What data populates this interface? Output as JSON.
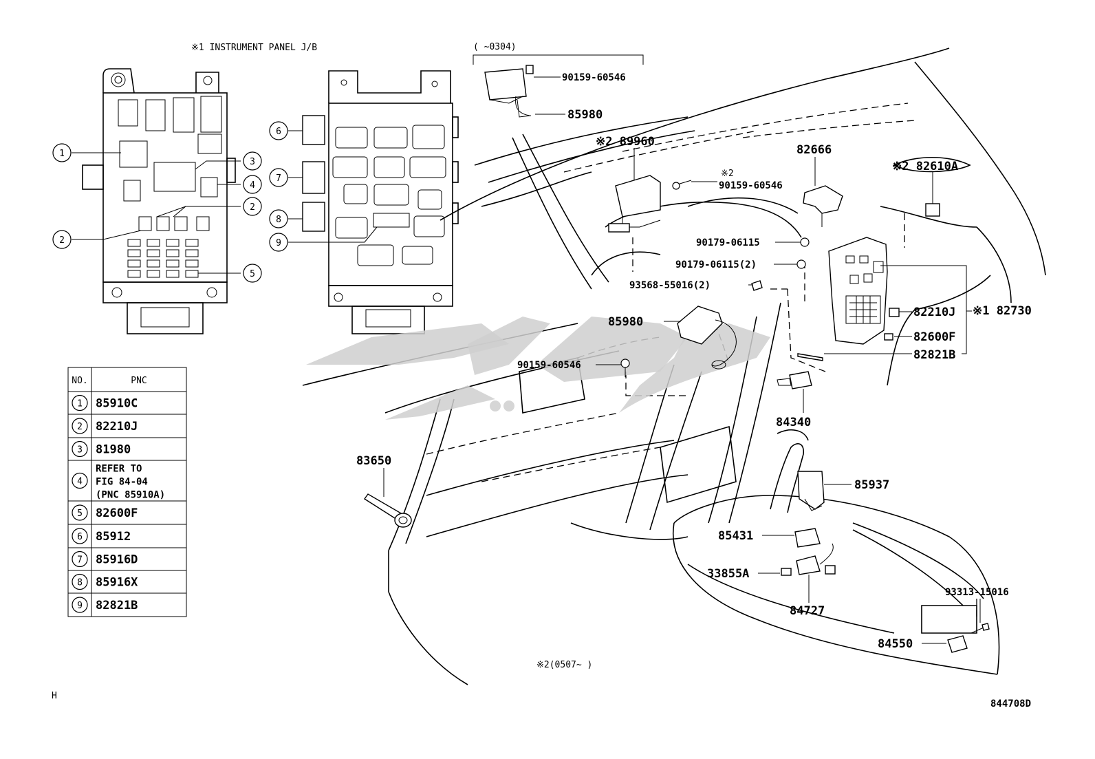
{
  "jb_title": "※1  INSTRUMENT PANEL J/B",
  "period_top": "(    ~0304)",
  "period_bottom": "※2(0507~     )",
  "page_letter": "H",
  "figure_id": "844708D",
  "table": {
    "headers": [
      "NO.",
      "PNC"
    ],
    "rows": [
      {
        "no": "1",
        "pnc": [
          "85910C"
        ]
      },
      {
        "no": "2",
        "pnc": [
          "82210J"
        ]
      },
      {
        "no": "3",
        "pnc": [
          "81980"
        ]
      },
      {
        "no": "4",
        "pnc": [
          "REFER TO",
          "FIG 84-04",
          "(PNC 85910A)"
        ]
      },
      {
        "no": "5",
        "pnc": [
          "82600F"
        ]
      },
      {
        "no": "6",
        "pnc": [
          "85912"
        ]
      },
      {
        "no": "7",
        "pnc": [
          "85916D"
        ]
      },
      {
        "no": "8",
        "pnc": [
          "85916X"
        ]
      },
      {
        "no": "9",
        "pnc": [
          "82821B"
        ]
      }
    ]
  },
  "callouts": {
    "c1": "1",
    "c2a": "2",
    "c2b": "2",
    "c3": "3",
    "c4": "4",
    "c5": "5",
    "c6": "6",
    "c7": "7",
    "c8": "8",
    "c9": "9"
  },
  "parts": {
    "p_90159_60546_top": "90159-60546",
    "p_85980_top": "85980",
    "p_89960": "※2 89960",
    "p_90159_60546_mid_note": "※2",
    "p_90159_60546_mid": "90159-60546",
    "p_82666": "82666",
    "p_82610a": "※2 82610A",
    "p_90179_06115": "90179-06115",
    "p_90179_06115_2": "90179-06115(2)",
    "p_93568_55016": "93568-55016(2)",
    "p_85980_mid": "85980",
    "p_82210j": "82210J",
    "p_82730": "※1 82730",
    "p_82600f": "82600F",
    "p_82821b": "82821B",
    "p_90159_60546_low": "90159-60546",
    "p_84340": "84340",
    "p_83650": "83650",
    "p_85937": "85937",
    "p_85431": "85431",
    "p_33855a": "33855A",
    "p_84727": "84727",
    "p_93313_15016": "93313-15016",
    "p_84550": "84550"
  }
}
